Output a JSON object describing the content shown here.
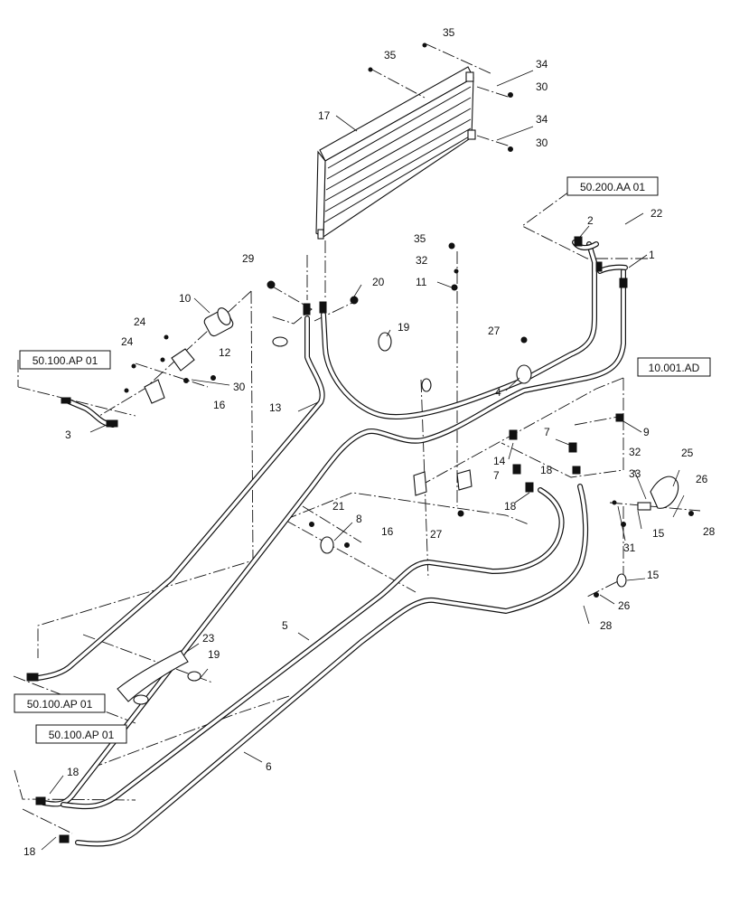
{
  "references": {
    "ref_50_200": "50.200.AA 01",
    "ref_10_001": "10.001.AD",
    "ref_50_100_top": "50.100.AP 01",
    "ref_50_100_mid": "50.100.AP 01",
    "ref_50_100_bot": "50.100.AP 01"
  },
  "callouts": {
    "c35a": "35",
    "c35b": "35",
    "c34a": "34",
    "c30a": "30",
    "c34b": "34",
    "c30b": "30",
    "c17": "17",
    "c2": "2",
    "c22": "22",
    "c1": "1",
    "c35c": "35",
    "c32a": "32",
    "c11": "11",
    "c29": "29",
    "c20": "20",
    "c10": "10",
    "c24a": "24",
    "c24b": "24",
    "c12": "12",
    "c30c": "30",
    "c16a": "16",
    "c3": "3",
    "c13": "13",
    "c19a": "19",
    "c27a": "27",
    "c4": "4",
    "c9": "9",
    "c7a": "7",
    "c14": "14",
    "c18a": "18",
    "c7b": "7",
    "c18b": "18",
    "c32b": "32",
    "c25": "25",
    "c33": "33",
    "c26a": "26",
    "c15a": "15",
    "c28a": "28",
    "c31": "31",
    "c21": "21",
    "c8": "8",
    "c16b": "16",
    "c27b": "27",
    "c15b": "15",
    "c26b": "26",
    "c28b": "28",
    "c5": "5",
    "c23": "23",
    "c19b": "19",
    "c6": "6",
    "c18c": "18",
    "c18d": "18"
  }
}
